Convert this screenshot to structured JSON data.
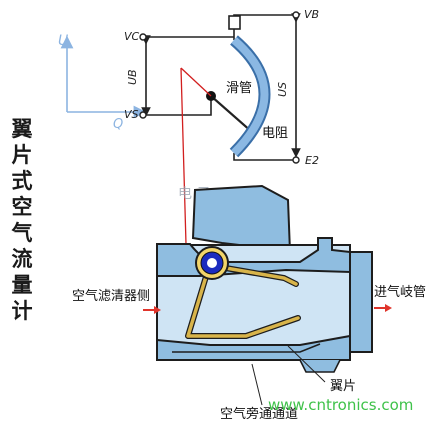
{
  "title_chars": [
    "翼",
    "片",
    "式",
    "空",
    "气",
    "流",
    "量",
    "计"
  ],
  "circuit": {
    "label_vb": "VB",
    "label_vc": "VC",
    "label_vs": "VS",
    "label_ub": "UB",
    "label_us": "US",
    "label_e2": "E2",
    "label_sliding": "滑管",
    "label_resistor": "电阻",
    "axis_v": "U",
    "axis_q": "Q"
  },
  "meter": {
    "inlet_label": "空气滤清器侧",
    "outlet_label": "进气岐管",
    "vane_label": "翼片",
    "bypass_label": "空气旁通通道"
  },
  "watermarks": {
    "top": "电 子 www.c",
    "bottom": "www.cntronics.com"
  },
  "colors": {
    "housing": "#8fbde0",
    "vane": "#d8b44a",
    "wire": "#d21f1f",
    "arrow": "#e0342b",
    "arc": "#4f86c4",
    "axis": "#2f77c9",
    "watermark": "#3fc24a"
  }
}
